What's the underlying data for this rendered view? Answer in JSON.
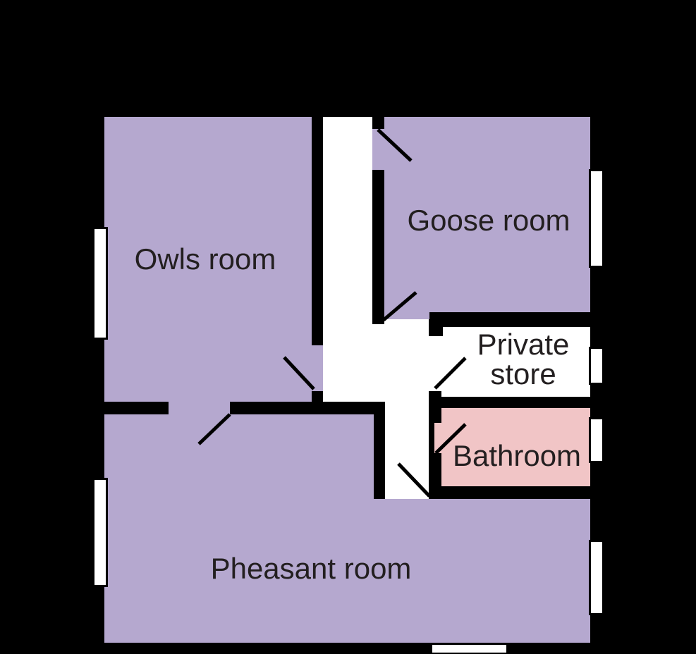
{
  "palette": {
    "background": "#000000",
    "wall": "#000000",
    "hallway_floor": "#ffffff",
    "purple_room": "#b5a8cf",
    "pink_room": "#f1c5c6",
    "window_fill": "#ffffff",
    "window_border": "#000000",
    "door_swing_line": "#000000",
    "label_text": "#231f20"
  },
  "rooms": {
    "owls": {
      "label": "Owls room",
      "color": "#b5a8cf"
    },
    "goose": {
      "label": "Goose room",
      "color": "#b5a8cf"
    },
    "private_store": {
      "label": "Private store",
      "color": "#ffffff"
    },
    "bathroom": {
      "label": "Bathroom",
      "color": "#f1c5c6"
    },
    "pheasant": {
      "label": "Pheasant room",
      "color": "#b5a8cf"
    },
    "hallway": {
      "label": "",
      "color": "#ffffff"
    }
  }
}
